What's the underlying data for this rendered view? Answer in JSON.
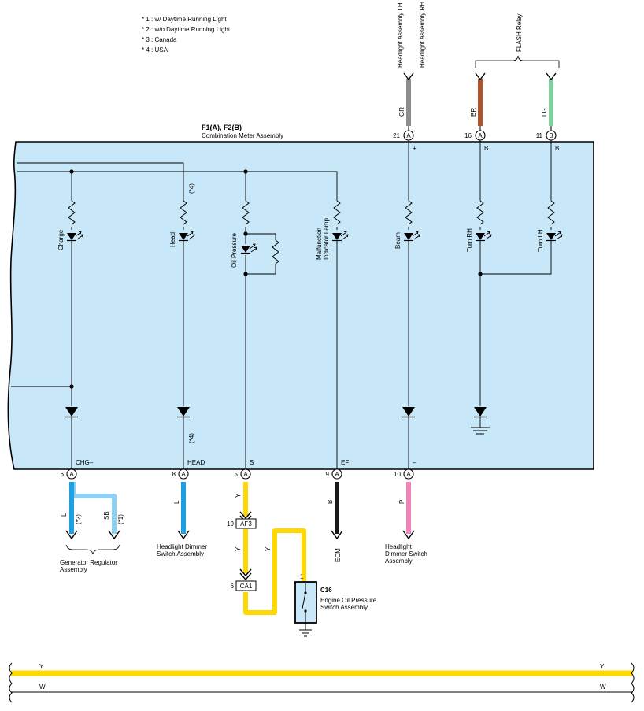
{
  "notes": [
    "* 1 : w/ Daytime Running Light",
    "* 2 : w/o Daytime Running Light",
    "* 3 : Canada",
    "* 4 : USA"
  ],
  "assembly": {
    "code": "F1(A), F2(B)",
    "name": "Combination Meter Assembly"
  },
  "top_connectors": {
    "headlight_lh": "Headlight Assembly LH",
    "headlight_rh": "Headlight Assembly RH",
    "flash_relay": "FLASH Relay",
    "gr": {
      "wire": "GR",
      "pin": "21",
      "conn": "A",
      "sign": "+"
    },
    "br": {
      "wire": "BR",
      "pin": "16",
      "conn": "A",
      "sign": "B"
    },
    "lg": {
      "wire": "LG",
      "pin": "11",
      "conn": "B",
      "sign": "B"
    }
  },
  "indicators": {
    "charge": "Charge",
    "head": "Head",
    "head_note": "(*4)",
    "oil": "Oil Pressure",
    "malfunction_1": "Malfunction",
    "malfunction_2": "Indicator Lamp",
    "beam": "Beam",
    "turn_rh": "Turn RH",
    "turn_lh": "Turn LH"
  },
  "bottom_terminals": {
    "chg": {
      "label": "CHG–",
      "pin": "6",
      "conn": "A"
    },
    "head": {
      "label": "HEAD",
      "pin": "8",
      "conn": "A",
      "note": "(*4)"
    },
    "s": {
      "label": "S",
      "pin": "5",
      "conn": "A"
    },
    "efi": {
      "label": "EFI",
      "pin": "9",
      "conn": "A"
    },
    "neg": {
      "label": "–",
      "pin": "10",
      "conn": "A"
    }
  },
  "wires": {
    "l": "L",
    "l_note": "(*2)",
    "sb": "SB",
    "sb_note": "(*1)",
    "l2": "L",
    "y1": "Y",
    "y2": "Y",
    "y3": "Y",
    "b": "B",
    "p": "P"
  },
  "connectors": {
    "af3_pin": "19",
    "af3": "AF3",
    "ca1_pin": "6",
    "ca1": "CA1",
    "c16_pin": "1"
  },
  "destinations": {
    "gen_reg_1": "Generator Regulator",
    "gen_reg_2": "Assembly",
    "hds1_1": "Headlight Dimmer",
    "hds1_2": "Switch Assembly",
    "ecm": "ECM",
    "hds2_1": "Headlight",
    "hds2_2": "Dimmer Switch",
    "hds2_3": "Assembly",
    "c16_code": "C16",
    "c16_1": "Engine Oil Pressure",
    "c16_2": "Switch Assembly"
  },
  "bus": {
    "y_left": "Y",
    "y_right": "Y",
    "w_left": "W",
    "w_right": "W"
  },
  "colors": {
    "panel": "#c8e8fa",
    "gray": "#8c8c8c",
    "brown": "#b0542a",
    "green": "#7fcf9c",
    "blue": "#1ea0e0",
    "lightblue": "#8ed0f2",
    "yellow": "#ffd800",
    "black": "#1a1a1a",
    "pink": "#ef84b8"
  }
}
